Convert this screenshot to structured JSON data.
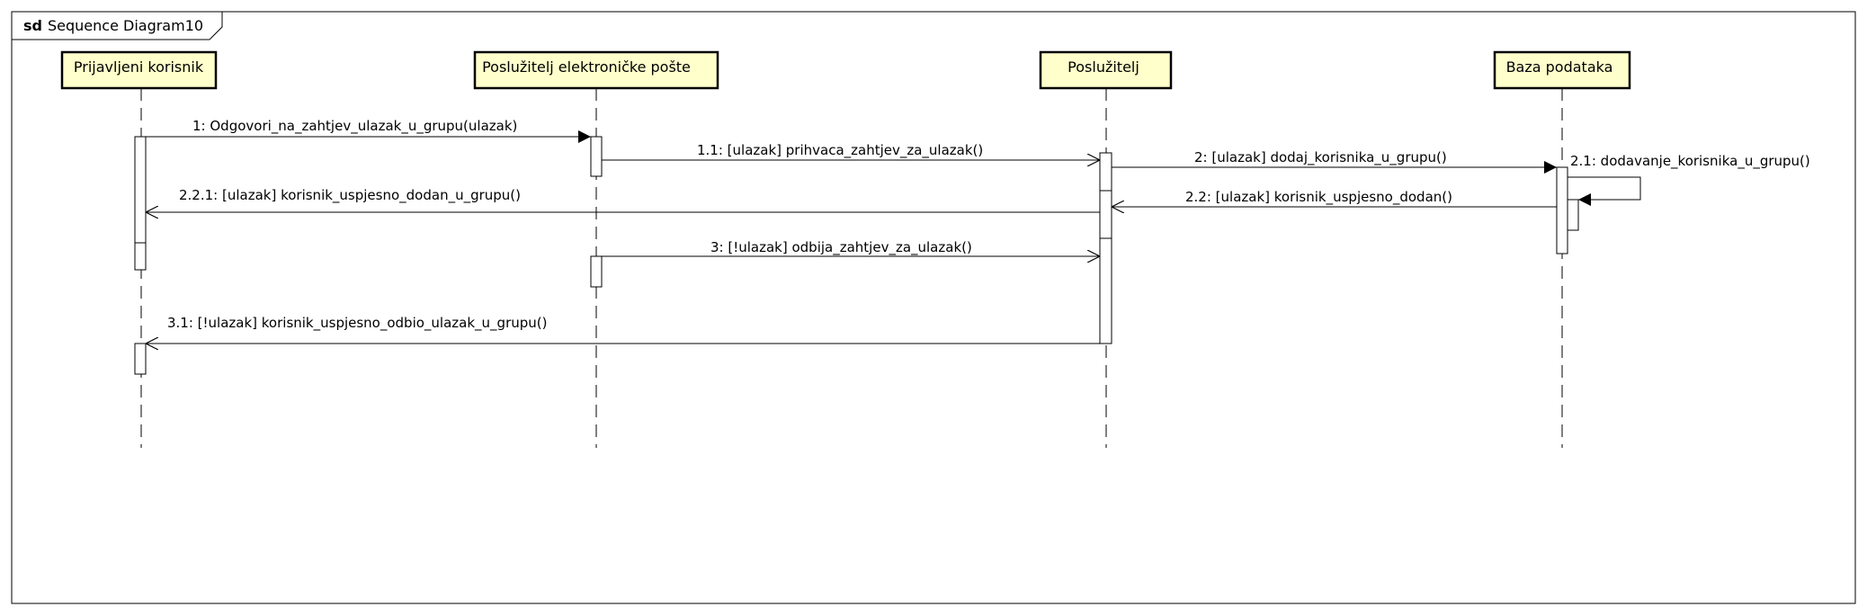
{
  "frame": {
    "keyword": "sd",
    "name": "Sequence Diagram10"
  },
  "colors": {
    "lifeline_head_fill": "#FFFFCC",
    "stroke": "#000000",
    "background": "#FFFFFF"
  },
  "lifelines": [
    {
      "name": "Prijavljeni korisnik"
    },
    {
      "name": "Poslužitelj elektroničke pošte"
    },
    {
      "name": "Poslužitelj"
    },
    {
      "name": "Baza podataka"
    }
  ],
  "messages": [
    {
      "label": "1: Odgovori_na_zahtjev_ulazak_u_grupu(ulazak)",
      "from": "Prijavljeni korisnik",
      "to": "Poslužitelj elektroničke pošte",
      "kind": "synchronous"
    },
    {
      "label": "1.1: [ulazak] prihvaca_zahtjev_za_ulazak()",
      "from": "Poslužitelj elektroničke pošte",
      "to": "Poslužitelj",
      "kind": "asynchronous"
    },
    {
      "label": "2: [ulazak] dodaj_korisnika_u_grupu()",
      "from": "Poslužitelj",
      "to": "Baza podataka",
      "kind": "synchronous"
    },
    {
      "label": "2.1: dodavanje_korisnika_u_grupu()",
      "from": "Baza podataka",
      "to": "Baza podataka",
      "kind": "synchronous"
    },
    {
      "label": "2.2: [ulazak] korisnik_uspjesno_dodan()",
      "from": "Baza podataka",
      "to": "Poslužitelj",
      "kind": "asynchronous"
    },
    {
      "label": "2.2.1: [ulazak] korisnik_uspjesno_dodan_u_grupu()",
      "from": "Poslužitelj",
      "to": "Prijavljeni korisnik",
      "kind": "asynchronous"
    },
    {
      "label": "3: [!ulazak] odbija_zahtjev_za_ulazak()",
      "from": "Poslužitelj elektroničke pošte",
      "to": "Poslužitelj",
      "kind": "asynchronous"
    },
    {
      "label": "3.1: [!ulazak] korisnik_uspjesno_odbio_ulazak_u_grupu()",
      "from": "Poslužitelj",
      "to": "Prijavljeni korisnik",
      "kind": "asynchronous"
    }
  ]
}
